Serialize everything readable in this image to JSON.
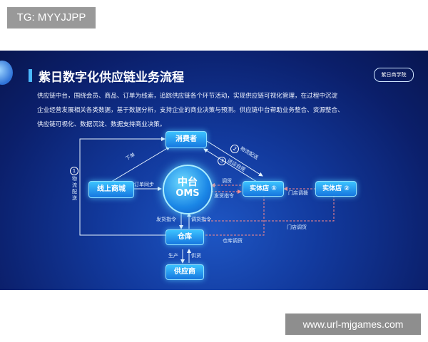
{
  "top_tag": "TG: MYYJJPP",
  "watermark": "www.url-mjgames.com",
  "slide": {
    "title": "紫日数字化供应链业务流程",
    "brand": "紫日商学院",
    "description": [
      "供应链中台，围绕会员、商品、订单为线索，追踪供应链各个环节活动，实现供应链可视化管理，在过程中沉淀",
      "企业经营发展相关各类数据，基于数据分析，支持企业的商业决策与预测。供应链中台帮助业务整合、资源整合、",
      "供应链可视化、数据沉淀、数据支持商业决策。"
    ]
  },
  "nodes": {
    "consumer": "消费者",
    "online_mall": "线上商城",
    "oms_line1": "中台",
    "oms_line2": "OMS",
    "store1": "实体店 ①",
    "store2": "实体店 ②",
    "warehouse": "仓库",
    "supplier": "供应商"
  },
  "labels": {
    "logistics_num": "1",
    "logistics": "物流配送",
    "order_place": "下单",
    "order_sync": "订单同步",
    "store_delivery_num": "2",
    "store_delivery": "物流配送",
    "store_pickup_num": "3",
    "store_pickup": "进店自提",
    "transfer_goods": "调货",
    "ship_cmd_store": "发货指令",
    "store_transfer": "门店调拨",
    "ship_cmd_wh": "发货指令",
    "transfer_cmd": "调货指令",
    "store_transfer2": "门店调货",
    "wh_transfer": "仓库调货",
    "produce": "生产",
    "supply": "供货"
  }
}
